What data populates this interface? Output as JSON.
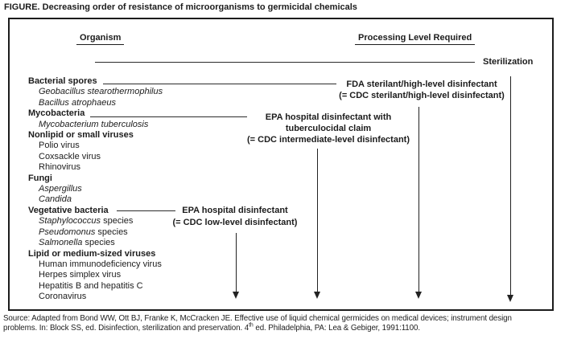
{
  "title": "FIGURE. Decreasing order of resistance of microorganisms to germicidal chemicals",
  "headers": {
    "organism": "Organism",
    "processing": "Processing Level Required"
  },
  "organisms": [
    {
      "text": "Bacterial spores"
    },
    {
      "genus": "Geobacillus stearothermophilus",
      "rest": ""
    },
    {
      "genus": "Bacillus atrophaeus",
      "rest": ""
    },
    {
      "text": "Mycobacteria"
    },
    {
      "genus": "Mycobacterium tuberculosis",
      "rest": ""
    },
    {
      "text": "Nonlipid or small viruses"
    },
    {
      "genus": "",
      "rest": "Polio virus"
    },
    {
      "genus": "",
      "rest": "Coxsackle virus"
    },
    {
      "genus": "",
      "rest": "Rhinovirus"
    },
    {
      "text": "Fungi"
    },
    {
      "genus": "Aspergillus",
      "rest": ""
    },
    {
      "genus": "Candida",
      "rest": ""
    },
    {
      "text": "Vegetative bacteria"
    },
    {
      "genus": "Staphylococcus",
      "rest": " species"
    },
    {
      "genus": "Pseudomonus",
      "rest": " species"
    },
    {
      "genus": "Salmonella",
      "rest": " species"
    },
    {
      "text": "Lipid or medium-sized viruses"
    },
    {
      "genus": "",
      "rest": "Human immunodeficiency virus"
    },
    {
      "genus": "",
      "rest": "Herpes simplex virus"
    },
    {
      "genus": "",
      "rest": "Hepatitis B and hepatitis C"
    },
    {
      "genus": "",
      "rest": "Coronavirus"
    }
  ],
  "processing": {
    "sterilization": "Sterilization",
    "fda": [
      "FDA sterilant/high-level disinfectant",
      "(= CDC sterilant/high-level disinfectant)"
    ],
    "epa_tb": [
      "EPA hospital disinfectant with",
      "tuberculocidal claim",
      "(= CDC intermediate-level disinfectant)"
    ],
    "epa_low": [
      "EPA hospital disinfectant",
      "(= CDC low-level disinfectant)"
    ]
  },
  "source": {
    "line1": "Source: Adapted from Bond WW, Ott BJ, Franke K, McCracken JE. Effective use of liquid chemical germicides on medical devices; instrument design",
    "line2_pre": "problems. In: Block SS, ed. Disinfection, sterilization and preservation. 4",
    "line2_sup": "th",
    "line2_post": " ed. Philadelphia, PA: Lea & Gebiger, 1991:1100."
  }
}
